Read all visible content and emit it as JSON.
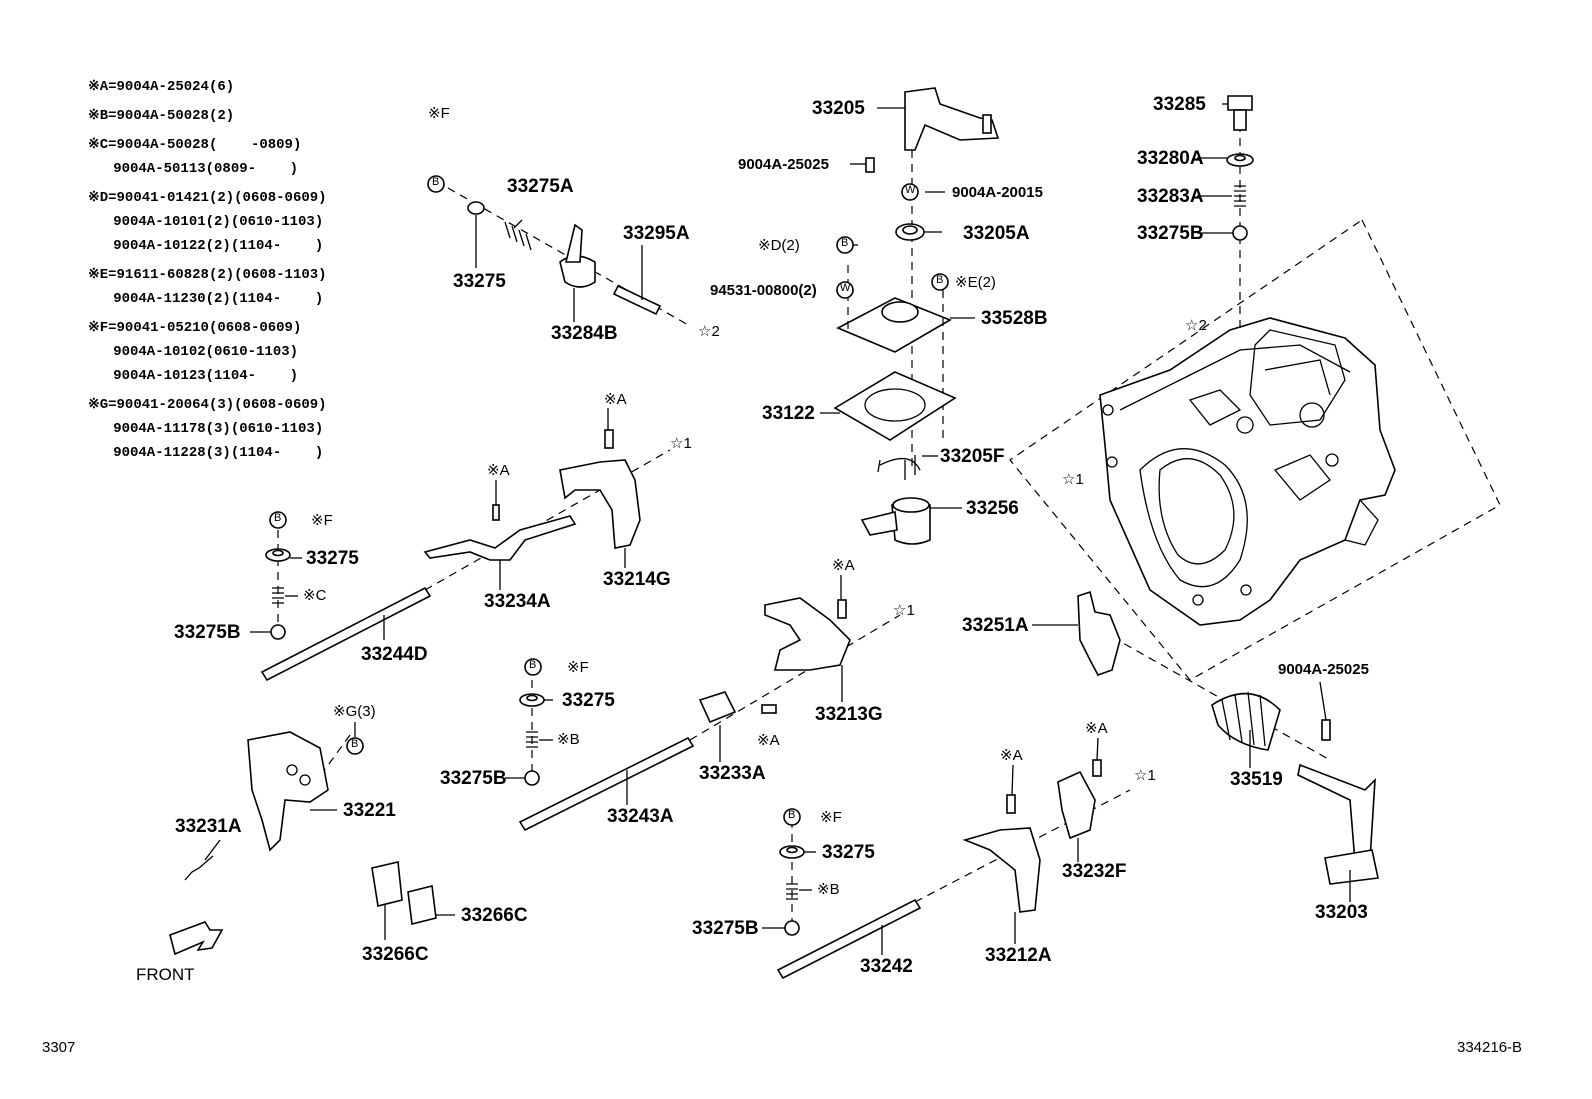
{
  "legend": [
    {
      "text": "※A=9004A-25024(6)"
    },
    {
      "text": "※B=9004A-50028(2)"
    },
    {
      "text": "※C=9004A-50028(    -0809)"
    },
    {
      "text": "   9004A-50113(0809-    )"
    },
    {
      "text": "※D=90041-01421(2)(0608-0609)"
    },
    {
      "text": "   9004A-10101(2)(0610-1103)"
    },
    {
      "text": "   9004A-10122(2)(1104-    )"
    },
    {
      "text": "※E=91611-60828(2)(0608-1103)"
    },
    {
      "text": "   9004A-11230(2)(1104-    )"
    },
    {
      "text": "※F=90041-05210(0608-0609)"
    },
    {
      "text": "   9004A-10102(0610-1103)"
    },
    {
      "text": "   9004A-10123(1104-    )"
    },
    {
      "text": "※G=90041-20064(3)(0608-0609)"
    },
    {
      "text": "   9004A-11178(3)(0610-1103)"
    },
    {
      "text": "   9004A-11228(3)(1104-    )"
    }
  ],
  "parts": {
    "p33205": "33205",
    "p33285": "33285",
    "p9004A25025_top": "9004A-25025",
    "p9004A20015": "9004A-20015",
    "p33280A": "33280A",
    "p33283A": "33283A",
    "p33275A": "33275A",
    "p33295A": "33295A",
    "p33205A": "33205A",
    "p33275B_top": "33275B",
    "p33275_top": "33275",
    "p94531": "94531-00800(2)",
    "p33528B": "33528B",
    "p33284B": "33284B",
    "p33122": "33122",
    "p33205F": "33205F",
    "p33256": "33256",
    "p33275_left": "33275",
    "p33234A": "33234A",
    "p33214G": "33214G",
    "p33275B_left": "33275B",
    "p33244D": "33244D",
    "p33251A": "33251A",
    "p9004A25025_right": "9004A-25025",
    "p33275_mid": "33275",
    "p33213G": "33213G",
    "p33275B_mid": "33275B",
    "p33233A": "33233A",
    "p33519": "33519",
    "p33221": "33221",
    "p33231A": "33231A",
    "p33243A": "33243A",
    "p33275_low": "33275",
    "p33232F": "33232F",
    "p33266C_r": "33266C",
    "p33275B_low": "33275B",
    "p33242": "33242",
    "p33203": "33203",
    "p33266C_b": "33266C",
    "p33212A": "33212A"
  },
  "refs": {
    "xF_top": "※F",
    "xD2": "※D(2)",
    "xE2": "※E(2)",
    "star2_a": "☆2",
    "star2_b": "☆2",
    "xA_1": "※A",
    "star1_a": "☆1",
    "xA_2": "※A",
    "star1_b": "☆1",
    "xF_left": "※F",
    "xC": "※C",
    "xA_3": "※A",
    "star1_c": "☆1",
    "xF_mid": "※F",
    "xB_mid": "※B",
    "xA_4": "※A",
    "xG3": "※G(3)",
    "xA_5": "※A",
    "xA_6": "※A",
    "star1_d": "☆1",
    "xF_low": "※F",
    "xB_low": "※B",
    "circB": "B",
    "circW": "W"
  },
  "front": "FRONT",
  "footer": {
    "left": "3307",
    "right": "334216-B"
  }
}
